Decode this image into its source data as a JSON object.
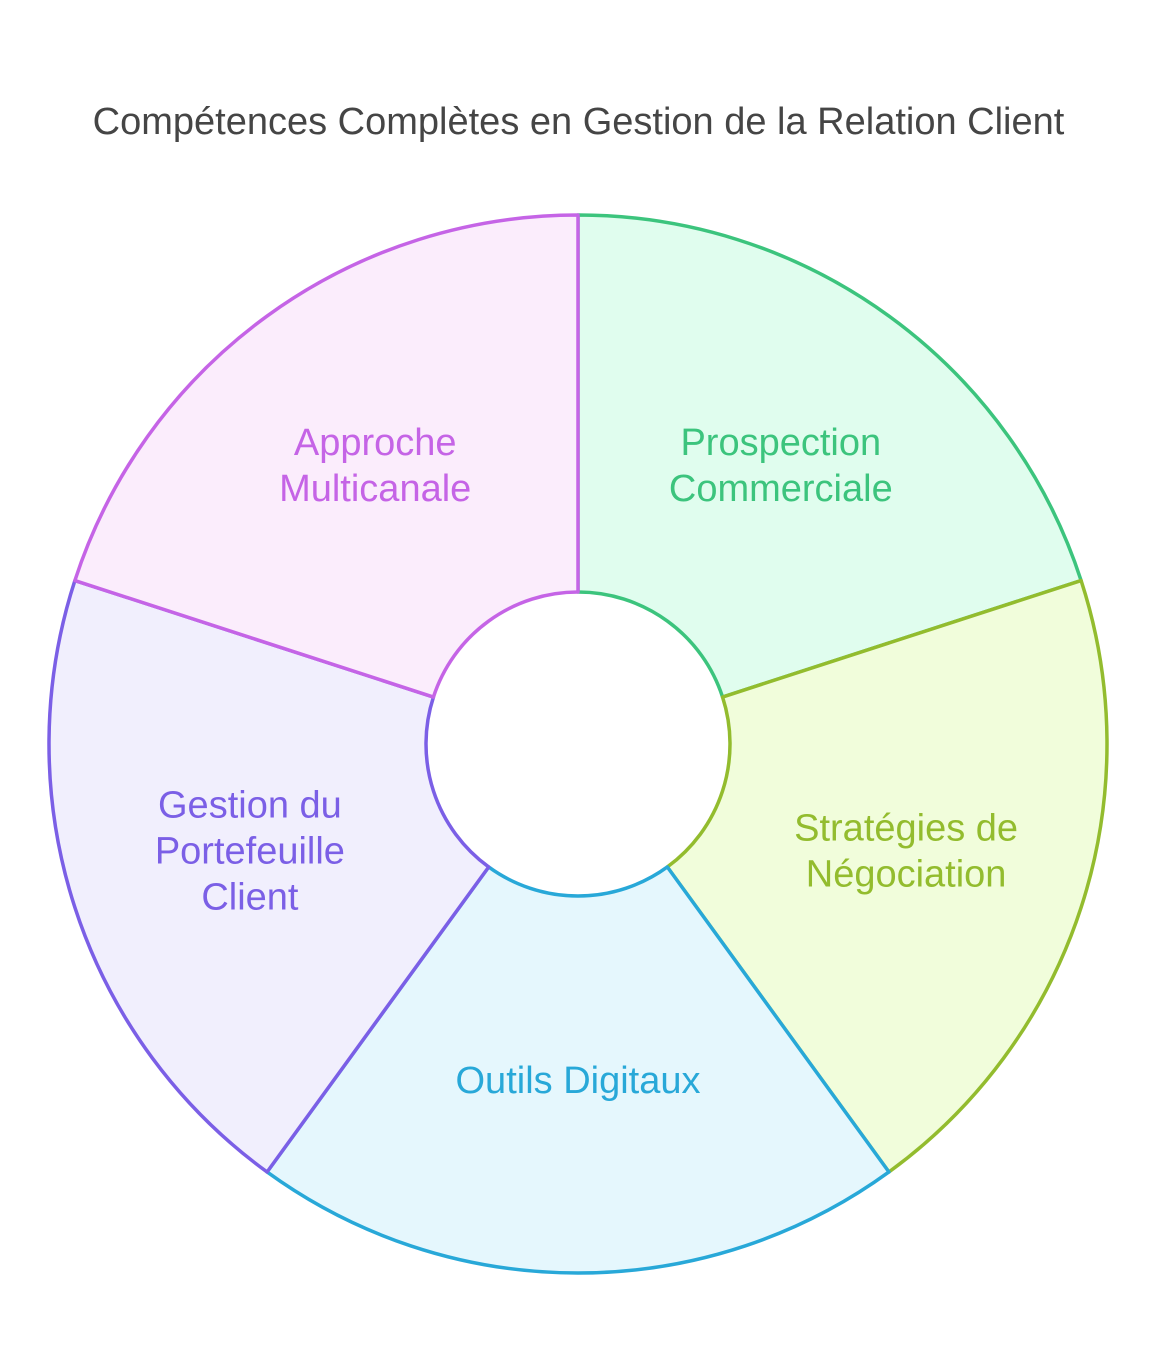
{
  "title": "Compétences Complètes en Gestion de la Relation Client",
  "segments": [
    {
      "id": "prospection",
      "lines": [
        "Prospection",
        "Commerciale"
      ],
      "stroke": "#3cc47d",
      "fill": "#e0fdee",
      "text": "#3cc47d"
    },
    {
      "id": "negociation",
      "lines": [
        "Stratégies de",
        "Négociation"
      ],
      "stroke": "#93bc2e",
      "fill": "#f1fddb",
      "text": "#93bc2e"
    },
    {
      "id": "digital",
      "lines": [
        "Outils Digitaux"
      ],
      "stroke": "#28a8d8",
      "fill": "#e5f7fd",
      "text": "#28a8d8"
    },
    {
      "id": "portefeuille",
      "lines": [
        "Gestion du",
        "Portefeuille",
        "Client"
      ],
      "stroke": "#7b5fe6",
      "fill": "#f1effd",
      "text": "#7b5fe6"
    },
    {
      "id": "multicanale",
      "lines": [
        "Approche",
        "Multicanale"
      ],
      "stroke": "#c564e6",
      "fill": "#fbedfc",
      "text": "#c564e6"
    }
  ]
}
